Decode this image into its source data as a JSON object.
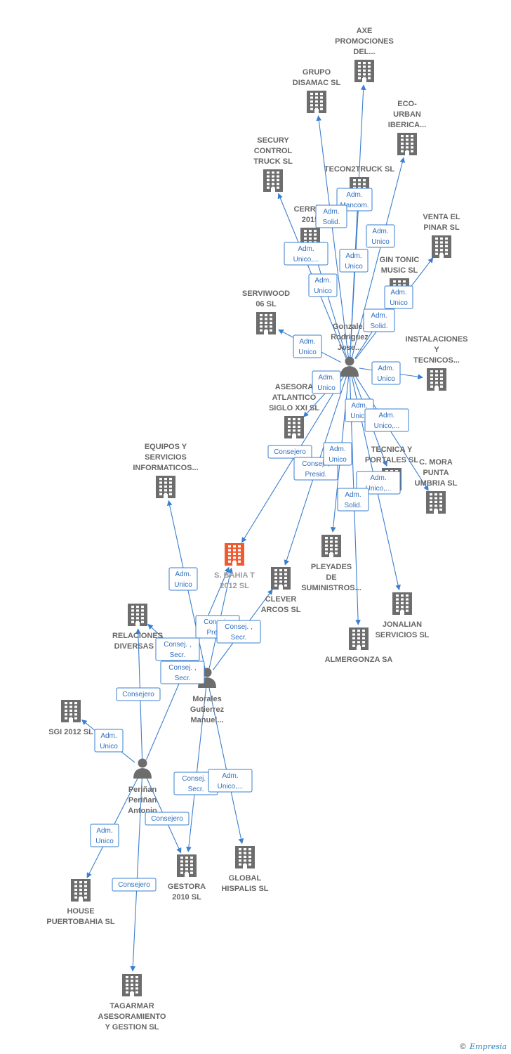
{
  "footer": {
    "copyright": "©",
    "brand": "Empresia"
  },
  "colors": {
    "building": "#6d6d6d",
    "focus": "#ef5a2e",
    "person": "#6d6d6d",
    "edge": "#3a7fd0"
  },
  "nodes": [
    {
      "id": "axe",
      "type": "company",
      "lines": [
        "AXE",
        "PROMOCIONES",
        "DEL..."
      ]
    },
    {
      "id": "grupo",
      "type": "company",
      "lines": [
        "GRUPO",
        "DISAMAC SL"
      ]
    },
    {
      "id": "eco",
      "type": "company",
      "lines": [
        "ECO-",
        "URBAN",
        "IBERICA..."
      ]
    },
    {
      "id": "secury",
      "type": "company",
      "lines": [
        "SECURY",
        "CONTROL",
        "TRUCK  SL"
      ]
    },
    {
      "id": "tecon",
      "type": "company",
      "lines": [
        "TECON2TRUCK SL"
      ]
    },
    {
      "id": "cerrab",
      "type": "company",
      "lines": [
        "CERRAB",
        "2015"
      ]
    },
    {
      "id": "venta",
      "type": "company",
      "lines": [
        "VENTA EL",
        "PINAR SL"
      ]
    },
    {
      "id": "gin",
      "type": "company",
      "lines": [
        "GIN TONIC",
        "MUSIC  SL"
      ]
    },
    {
      "id": "serviwood",
      "type": "company",
      "lines": [
        "SERVIWOOD",
        "06  SL"
      ]
    },
    {
      "id": "instal",
      "type": "company",
      "lines": [
        "INSTALACIONES",
        "Y",
        "TECNICOS..."
      ]
    },
    {
      "id": "asesora",
      "type": "company",
      "lines": [
        "ASESORA",
        "ATLANTICO",
        "SIGLO XXI  SL"
      ]
    },
    {
      "id": "equipos",
      "type": "company",
      "lines": [
        "EQUIPOS Y",
        "SERVICIOS",
        "INFORMATICOS..."
      ]
    },
    {
      "id": "tecnica",
      "type": "company",
      "lines": [
        "TECNICA Y",
        "PORTALES  SL"
      ]
    },
    {
      "id": "mora",
      "type": "company",
      "lines": [
        "C.  MORA",
        "PUNTA",
        "UMBRIA  SL"
      ]
    },
    {
      "id": "bahia",
      "type": "focus",
      "lines": [
        "S.  BAHIA T",
        "2012  SL"
      ]
    },
    {
      "id": "clever",
      "type": "company",
      "lines": [
        "CLEVER",
        "ARCOS  SL"
      ]
    },
    {
      "id": "pleyades",
      "type": "company",
      "lines": [
        "PLEYADES",
        "DE",
        "SUMINISTROS..."
      ]
    },
    {
      "id": "jonalian",
      "type": "company",
      "lines": [
        "JONALIAN",
        "SERVICIOS  SL"
      ]
    },
    {
      "id": "almergonza",
      "type": "company",
      "lines": [
        "ALMERGONZA SA"
      ]
    },
    {
      "id": "relaciones",
      "type": "company",
      "lines": [
        "RELACIONES",
        "DIVERSAS S"
      ]
    },
    {
      "id": "sgi",
      "type": "company",
      "lines": [
        "SGI 2012 SL"
      ]
    },
    {
      "id": "gestora",
      "type": "company",
      "lines": [
        "GESTORA",
        "2010 SL"
      ]
    },
    {
      "id": "global",
      "type": "company",
      "lines": [
        "GLOBAL",
        "HISPALIS  SL"
      ]
    },
    {
      "id": "house",
      "type": "company",
      "lines": [
        "HOUSE",
        "PUERTOBAHIA SL"
      ]
    },
    {
      "id": "tagarmar",
      "type": "company",
      "lines": [
        "TAGARMAR",
        "ASESORAMIENTO",
        "Y GESTION  SL"
      ]
    },
    {
      "id": "gonzalez",
      "type": "person",
      "lines": [
        "Gonzalez",
        "Rodriguez",
        "Jose..."
      ]
    },
    {
      "id": "morales",
      "type": "person",
      "lines": [
        "Morales",
        "Gutierrez",
        "Manuel..."
      ]
    },
    {
      "id": "perinan",
      "type": "person",
      "lines": [
        "Periñan",
        "Periñan",
        "Antonio"
      ]
    }
  ],
  "edges": [
    {
      "from": "gonzalez",
      "to": "axe",
      "role": [
        "Adm.",
        "Mancom."
      ]
    },
    {
      "from": "gonzalez",
      "to": "grupo",
      "role": [
        "Adm.",
        "Solid."
      ]
    },
    {
      "from": "gonzalez",
      "to": "eco",
      "role": [
        "Adm.",
        "Unico"
      ]
    },
    {
      "from": "gonzalez",
      "to": "secury",
      "role": [
        "Adm.",
        "Unico,..."
      ]
    },
    {
      "from": "gonzalez",
      "to": "tecon",
      "role": [
        "Adm.",
        "Unico"
      ]
    },
    {
      "from": "gonzalez",
      "to": "cerrab",
      "role": [
        "Adm.",
        "Unico"
      ]
    },
    {
      "from": "gonzalez",
      "to": "venta",
      "role": [
        "Adm.",
        "Unico"
      ]
    },
    {
      "from": "gonzalez",
      "to": "gin",
      "role": [
        "Adm.",
        "Solid."
      ]
    },
    {
      "from": "gonzalez",
      "to": "serviwood",
      "role": [
        "Adm.",
        "Unico"
      ]
    },
    {
      "from": "gonzalez",
      "to": "instal",
      "role": [
        "Adm.",
        "Unico"
      ]
    },
    {
      "from": "gonzalez",
      "to": "asesora",
      "role": [
        "Adm.",
        "Unico"
      ]
    },
    {
      "from": "gonzalez",
      "to": "bahia",
      "role": [
        "Consejero"
      ]
    },
    {
      "from": "gonzalez",
      "to": "clever",
      "role": [
        "Consej. ,",
        "Presid."
      ]
    },
    {
      "from": "gonzalez",
      "to": "pleyades",
      "role": [
        "Adm.",
        "Unico"
      ]
    },
    {
      "from": "gonzalez",
      "to": "tecnica",
      "role": [
        "Adm.",
        "Unico"
      ]
    },
    {
      "from": "gonzalez",
      "to": "mora",
      "role": [
        "Adm.",
        "Unico,..."
      ]
    },
    {
      "from": "gonzalez",
      "to": "jonalian",
      "role": [
        "Adm.",
        "Unico,..."
      ]
    },
    {
      "from": "gonzalez",
      "to": "almergonza",
      "role": [
        "Adm.",
        "Solid."
      ]
    },
    {
      "from": "morales",
      "to": "equipos",
      "role": [
        "Adm.",
        "Unico"
      ]
    },
    {
      "from": "morales",
      "to": "bahia",
      "role": [
        "Consej. ,",
        "Presid."
      ]
    },
    {
      "from": "morales",
      "to": "clever",
      "role": [
        "Consej. ,",
        "Secr."
      ]
    },
    {
      "from": "morales",
      "to": "relaciones",
      "role": [
        "Consej. ,",
        "Secr."
      ]
    },
    {
      "from": "morales",
      "to": "gestora",
      "role": [
        "Consej. ,",
        "Secr."
      ]
    },
    {
      "from": "morales",
      "to": "global",
      "role": [
        "Adm.",
        "Unico,..."
      ]
    },
    {
      "from": "perinan",
      "to": "bahia",
      "role": [
        "Consej. ,",
        "Secr."
      ]
    },
    {
      "from": "perinan",
      "to": "relaciones",
      "role": [
        "Consejero"
      ]
    },
    {
      "from": "perinan",
      "to": "sgi",
      "role": [
        "Adm.",
        "Unico"
      ]
    },
    {
      "from": "perinan",
      "to": "gestora",
      "role": [
        "Consejero"
      ]
    },
    {
      "from": "perinan",
      "to": "house",
      "role": [
        "Adm.",
        "Unico"
      ]
    },
    {
      "from": "perinan",
      "to": "tagarmar",
      "role": [
        "Consejero"
      ]
    }
  ]
}
